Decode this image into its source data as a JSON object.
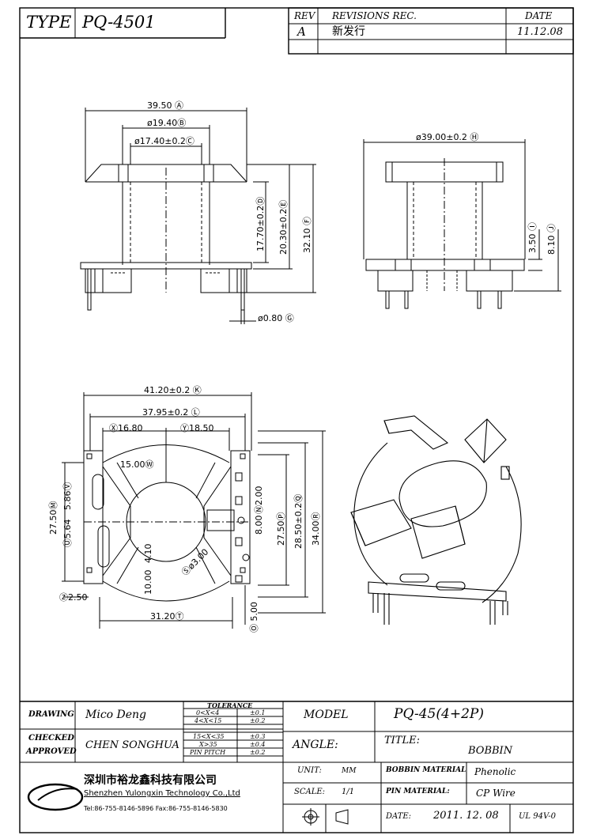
{
  "header": {
    "type_label": "TYPE",
    "type_value": "PQ-4501",
    "rev_label": "REV",
    "revisions_label": "REVISIONS REC.",
    "date_label": "DATE",
    "rev_value": "A",
    "revision_text": "新发行",
    "revision_date": "11.12.08"
  },
  "dims_front": {
    "d1": "39.50 Ⓐ",
    "d2": "ø19.40Ⓑ",
    "d3": "ø17.40±0.2Ⓒ",
    "d4": "17.70±0.2Ⓓ",
    "d5": "20.30±0.2Ⓔ",
    "d6": "32.10 Ⓕ",
    "d7": "ø0.80 Ⓖ"
  },
  "dims_side": {
    "d1": "ø39.00±0.2 Ⓗ",
    "d2": "3.50 Ⓘ",
    "d3": "8.10 Ⓙ"
  },
  "dims_bottom": {
    "k": "41.20±0.2 Ⓚ",
    "l": "37.95±0.2 Ⓛ",
    "x": "Ⓧ16.80",
    "y": "Ⓨ18.50",
    "w": "15.00Ⓦ",
    "m": "27.50Ⓜ",
    "v": "5.86Ⓥ",
    "u": "Ⓤ5.64",
    "n": "Ⓝ2.00",
    "o": "8.00",
    "p": "27.50Ⓟ",
    "q": "28.50±0.2Ⓠ",
    "r": "34.00Ⓡ",
    "s": "Ⓢø3.00",
    "a": "4.10",
    "ten": "10.00",
    "z": "Ⓩ2.50",
    "five": "Ⓞ 5.00",
    "t": "31.20Ⓣ"
  },
  "title_block": {
    "drawing_label": "DRAWING",
    "drawing_value": "Mico Deng",
    "checked_label": "CHECKED",
    "approved_label": "APPROVED",
    "approved_value": "CHEN SONGHUA",
    "tolerance_title": "TOLERANCE",
    "tolerance_rows": [
      {
        "range": "0<X<4",
        "tol": "±0.1"
      },
      {
        "range": "4<X<15",
        "tol": "±0.2"
      },
      {
        "range": "15<X<35",
        "tol": "±0.3"
      },
      {
        "range": "X>35",
        "tol": "±0.4"
      },
      {
        "range": "PIN PITCH",
        "tol": "±0.2"
      }
    ],
    "model_label": "MODEL",
    "model_value": "PQ-45(4+2P)",
    "angle_label": "ANGLE:",
    "title_label": "TITLE:",
    "title_value": "BOBBIN",
    "unit_label": "UNIT:",
    "unit_value": "MM",
    "scale_label": "SCALE:",
    "scale_value": "1/1",
    "bobbin_material_label": "BOBBIN MATERIAL",
    "bobbin_material_value": "Phenolic",
    "pin_material_label": "PIN MATERIAL:",
    "pin_material_value": "CP Wire",
    "date_label": "DATE:",
    "date_value": "2011. 12. 08",
    "rating": "UL 94V-0",
    "company_cn": "深圳市裕龙鑫科技有限公司",
    "company_en": "Shenzhen Yulongxin Technology Co.,Ltd",
    "company_tel": "Tel:86-755-8146-5896  Fax:86-755-8146-5830"
  }
}
